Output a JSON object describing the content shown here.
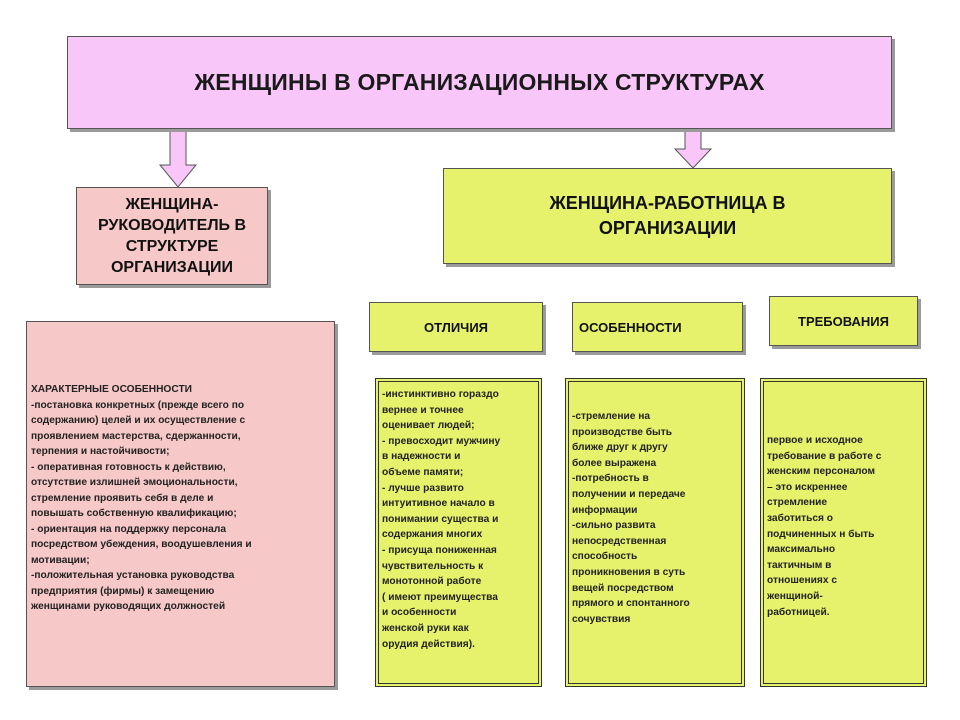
{
  "title": "ЖЕНЩИНЫ В ОРГАНИЗАЦИОННЫХ СТРУКТУРАХ",
  "leader": {
    "lines": [
      "ЖЕНЩИНА-",
      "РУКОВОДИТЕЛЬ В",
      "СТРУКТУРЕ",
      "ОРГАНИЗАЦИИ"
    ]
  },
  "worker": {
    "lines": [
      "ЖЕНЩИНА-РАБОТНИЦА В",
      "ОРГАНИЗАЦИИ"
    ]
  },
  "labels": {
    "differences": "ОТЛИЧИЯ",
    "features": "ОСОБЕННОСТИ",
    "requirements": "ТРЕБОВАНИЯ"
  },
  "characteristics": {
    "lines": [
      "ХАРАКТЕРНЫЕ ОСОБЕННОСТИ",
      "-постановка конкретных (прежде всего по",
      "содержанию) целей  и их осуществление с",
      "проявлением мастерства, сдержанности,",
      "терпения и настойчивости;",
      "- оперативная готовность к действию,",
      "отсутствие излишней эмоциональности,",
      "стремление проявить себя в деле и",
      "повышать собственную квалификацию;",
      "- ориентация на поддержку персонала",
      "посредством убеждения,  воодушевления и",
      "мотивации;",
      " -положительная установка руководства",
      "предприятия (фирмы) к  замещению",
      "женщинами руководящих должностей"
    ]
  },
  "differences_text": {
    "lines": [
      "-инстинктивно гораздо",
      "вернее и точнее",
      "оценивает людей;",
      "- превосходит мужчину",
      "в надежности и",
      "объеме памяти;",
      "- лучше развито",
      "интуитивное начало в",
      "понимании существа и",
      "содержания многих",
      "- присуща пониженная",
      "чувствительность к",
      "монотонной работе",
      "( имеют преимущества",
      "и особенности",
      "женской руки как",
      "орудия действия)."
    ]
  },
  "features_text": {
    "lines": [
      "-стремление на",
      "производстве быть",
      "ближе  друг к другу",
      "более выражена",
      "-потребность в",
      "получении и передаче",
      "информации",
      "-сильно развита",
      "непосредственная",
      "способность",
      "проникновения в суть",
      "вещей посредством",
      "прямого и спонтанного",
      "сочувствия"
    ]
  },
  "requirements_text": {
    "lines": [
      "первое и исходное",
      "требование в работе с",
      "женским  персоналом",
      "– это искреннее",
      "стремление",
      "заботиться о",
      "подчиненных н  быть",
      "максимально",
      "тактичным в",
      "отношениях с",
      "женщиной-",
      "работницей."
    ]
  },
  "colors": {
    "title_fill": "#f9c6f9",
    "leader_fill": "#f7c8c8",
    "worker_fill": "#e6f26b",
    "arrow_fill": "#f9c6f9"
  },
  "arrows": [
    {
      "from": "title",
      "to": "leader"
    },
    {
      "from": "title",
      "to": "worker"
    }
  ]
}
